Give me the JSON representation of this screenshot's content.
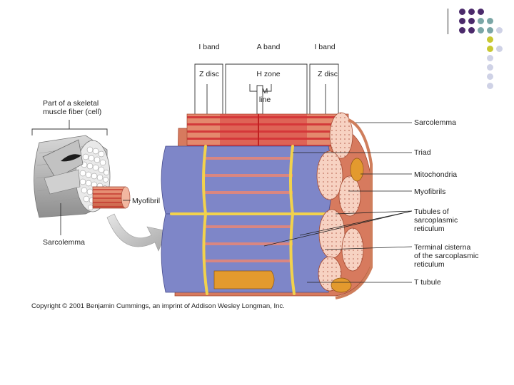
{
  "labels": {
    "i_band_left": "I band",
    "a_band": "A band",
    "i_band_right": "I band",
    "z_disc_left": "Z disc",
    "h_zone": "H zone",
    "z_disc_right": "Z disc",
    "m_line_1": "M",
    "m_line_2": "line",
    "part_of_fiber_1": "Part of a skeletal",
    "part_of_fiber_2": "muscle fiber (cell)",
    "myofibril": "Myofibril",
    "sarcolemma_left": "Sarcolemma",
    "sarcolemma_right": "Sarcolemma",
    "triad": "Triad",
    "mitochondria": "Mitochondria",
    "myofibrils": "Myofibrils",
    "tubules_1": "Tubules of",
    "tubules_2": "sarcoplasmic",
    "tubules_3": "reticulum",
    "terminal_1": "Terminal cisterna",
    "terminal_2": "of the sarcoplasmic",
    "terminal_3": "reticulum",
    "t_tubule": "T tubule"
  },
  "copyright": "Copyright © 2001 Benjamin Cummings, an imprint of Addison Wesley Longman, Inc.",
  "colors": {
    "purple": "#4b2a6b",
    "teal": "#7ba6a6",
    "yellow": "#c8c832",
    "lavender": "#cfd2e6",
    "muscle": "#e0896c",
    "muscle_dark": "#c0553e",
    "reticulum": "#7e86c8",
    "t_tubule": "#f2d24c"
  }
}
